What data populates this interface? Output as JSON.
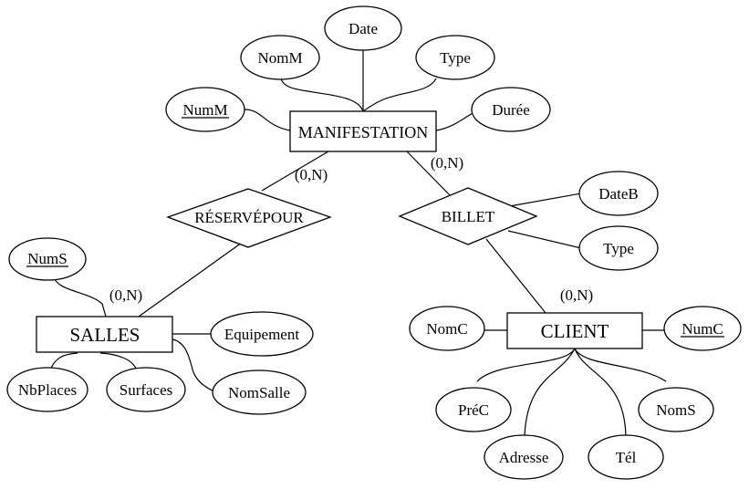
{
  "entities": {
    "manifestation": "MANIFESTATION",
    "salles": "SALLES",
    "client": "CLIENT"
  },
  "relationships": {
    "reserve_pour": "RÉSERVÉPOUR",
    "billet": "BILLET"
  },
  "attributes": {
    "manifestation": {
      "date": "Date",
      "nomm": "NomM",
      "type": "Type",
      "numm": "NumM",
      "duree": "Durée"
    },
    "billet": {
      "dateb": "DateB",
      "type": "Type"
    },
    "salles": {
      "nums": "NumS",
      "equipement": "Equipement",
      "nbplaces": "NbPlaces",
      "surfaces": "Surfaces",
      "nomsalle": "NomSalle"
    },
    "client": {
      "nomc": "NomC",
      "numc": "NumC",
      "prec": "PréC",
      "noms": "NomS",
      "adresse": "Adresse",
      "tel": "Tél"
    }
  },
  "cardinalities": {
    "manifestation_reserve": "(0,N)",
    "manifestation_billet": "(0,N)",
    "salles_reserve": "(0,N)",
    "client_billet": "(0,N)"
  },
  "primary_keys": [
    "NumM",
    "NumS",
    "NumC"
  ]
}
